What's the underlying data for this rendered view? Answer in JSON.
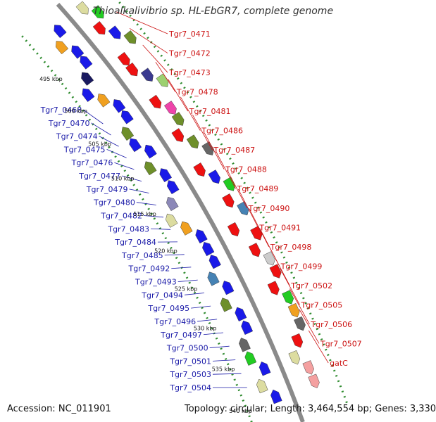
{
  "title": "Thioalkalivibrio sp. HL-EbGR7, complete genome",
  "footer": {
    "accession": "Accession: NC_011901",
    "stats": "Topology: circular; Length: 3,464,554 bp; Genes: 3,330"
  },
  "colors": {
    "backbone": "#8a8a8a",
    "grid": "#2e8b2e",
    "label_left": "#1a1aa8",
    "label_right": "#cc1111",
    "kbp_text": "#111111"
  },
  "scale_labels": [
    "495 kbp",
    "500 kbp",
    "505 kbp",
    "510 kbp",
    "515 kbp",
    "520 kbp",
    "525 kbp",
    "530 kbp",
    "535 kbp",
    "540 kbp"
  ],
  "left_labels": [
    "Tgr7_0468",
    "Tgr7_0470",
    "Tgr7_0474",
    "Tgr7_0475",
    "Tgr7_0476",
    "Tgr7_0477",
    "Tgr7_0479",
    "Tgr7_0480",
    "Tgr7_0482",
    "Tgr7_0483",
    "Tgr7_0484",
    "Tgr7_0485",
    "Tgr7_0492",
    "Tgr7_0493",
    "Tgr7_0494",
    "Tgr7_0495",
    "Tgr7_0496",
    "Tgr7_0497",
    "Tgr7_0500",
    "Tgr7_0501",
    "Tgr7_0503",
    "Tgr7_0504"
  ],
  "right_labels": [
    "Tgr7_0471",
    "Tgr7_0472",
    "Tgr7_0473",
    "Tgr7_0478",
    "Tgr7_0481",
    "Tgr7_0486",
    "Tgr7_0487",
    "Tgr7_0488",
    "Tgr7_0489",
    "Tgr7_0490",
    "Tgr7_0491",
    "Tgr7_0498",
    "Tgr7_0499",
    "Tgr7_0502",
    "Tgr7_0505",
    "Tgr7_0506",
    "Tgr7_0507",
    "gatC"
  ],
  "features": [
    {
      "strand": "outer",
      "track": 1,
      "color": "#dcdca0"
    },
    {
      "strand": "outer",
      "track": 2,
      "color": "#22cc22"
    },
    {
      "strand": "outer",
      "track": 1,
      "color": "#ee1111"
    },
    {
      "strand": "outer",
      "track": 2,
      "color": "#1a1ae8"
    },
    {
      "strand": "outer",
      "track": 3,
      "color": "#6e8f2a"
    },
    {
      "strand": "outer",
      "track": 1,
      "color": "#ee1111"
    },
    {
      "strand": "outer",
      "track": 1,
      "color": "#ee1111"
    },
    {
      "strand": "outer",
      "track": 2,
      "color": "#3a3a90"
    },
    {
      "strand": "outer",
      "track": 3,
      "color": "#9cd070"
    },
    {
      "strand": "outer",
      "track": 1,
      "color": "#ee1111"
    },
    {
      "strand": "outer",
      "track": 2,
      "color": "#ee44aa"
    },
    {
      "strand": "outer",
      "track": 2,
      "color": "#6e8f2a"
    },
    {
      "strand": "outer",
      "track": 1,
      "color": "#ee1111"
    },
    {
      "strand": "outer",
      "track": 2,
      "color": "#6e8f2a"
    },
    {
      "strand": "outer",
      "track": 3,
      "color": "#666666"
    },
    {
      "strand": "outer",
      "track": 1,
      "color": "#ee1111"
    },
    {
      "strand": "outer",
      "track": 2,
      "color": "#1a1ae8"
    },
    {
      "strand": "outer",
      "track": 3,
      "color": "#22cc22"
    },
    {
      "strand": "outer",
      "track": 2,
      "color": "#ee1111"
    },
    {
      "strand": "outer",
      "track": 3,
      "color": "#4682b4"
    },
    {
      "strand": "outer",
      "track": 1,
      "color": "#ee1111"
    },
    {
      "strand": "outer",
      "track": 3,
      "color": "#ee1111"
    },
    {
      "strand": "outer",
      "track": 2,
      "color": "#ee1111"
    },
    {
      "strand": "outer",
      "track": 3,
      "color": "#cccccc"
    },
    {
      "strand": "outer",
      "track": 3,
      "color": "#ee1111"
    },
    {
      "strand": "outer",
      "track": 2,
      "color": "#ee1111"
    },
    {
      "strand": "outer",
      "track": 3,
      "color": "#22cc22"
    },
    {
      "strand": "outer",
      "track": 3,
      "color": "#f0a020"
    },
    {
      "strand": "outer",
      "track": 3,
      "color": "#666666"
    },
    {
      "strand": "outer",
      "track": 2,
      "color": "#ee1111"
    },
    {
      "strand": "outer",
      "track": 1,
      "color": "#dcdca0"
    },
    {
      "strand": "outer",
      "track": 2,
      "color": "#f4a0a0"
    },
    {
      "strand": "outer",
      "track": 2,
      "color": "#f4a0a0"
    },
    {
      "strand": "inner",
      "track": 1,
      "color": "#1a1ae8"
    },
    {
      "strand": "inner",
      "track": 2,
      "color": "#f0a020"
    },
    {
      "strand": "inner",
      "track": 1,
      "color": "#1a1ae8"
    },
    {
      "strand": "inner",
      "track": 1,
      "color": "#1a1ae8"
    },
    {
      "strand": "inner",
      "track": 2,
      "color": "#1a1a60"
    },
    {
      "strand": "inner",
      "track": 3,
      "color": "#1a1ae8"
    },
    {
      "strand": "inner",
      "track": 2,
      "color": "#f0a020"
    },
    {
      "strand": "inner",
      "track": 1,
      "color": "#1a1ae8"
    },
    {
      "strand": "inner",
      "track": 1,
      "color": "#1a1ae8"
    },
    {
      "strand": "inner",
      "track": 2,
      "color": "#6e8f2a"
    },
    {
      "strand": "inner",
      "track": 2,
      "color": "#1a1ae8"
    },
    {
      "strand": "inner",
      "track": 1,
      "color": "#1a1ae8"
    },
    {
      "strand": "inner",
      "track": 2,
      "color": "#6e8f2a"
    },
    {
      "strand": "inner",
      "track": 1,
      "color": "#1a1ae8"
    },
    {
      "strand": "inner",
      "track": 1,
      "color": "#1a1ae8"
    },
    {
      "strand": "inner",
      "track": 2,
      "color": "#8c88b8"
    },
    {
      "strand": "inner",
      "track": 3,
      "color": "#dcdca0"
    },
    {
      "strand": "inner",
      "track": 2,
      "color": "#f0a020"
    },
    {
      "strand": "inner",
      "track": 1,
      "color": "#1a1ae8"
    },
    {
      "strand": "inner",
      "track": 1,
      "color": "#1a1ae8"
    },
    {
      "strand": "inner",
      "track": 1,
      "color": "#1a1ae8"
    },
    {
      "strand": "inner",
      "track": 2,
      "color": "#4682b4"
    },
    {
      "strand": "inner",
      "track": 1,
      "color": "#1a1ae8"
    },
    {
      "strand": "inner",
      "track": 2,
      "color": "#6e8f2a"
    },
    {
      "strand": "inner",
      "track": 1,
      "color": "#1a1ae8"
    },
    {
      "strand": "inner",
      "track": 1,
      "color": "#1a1ae8"
    },
    {
      "strand": "inner",
      "track": 2,
      "color": "#666666"
    },
    {
      "strand": "inner",
      "track": 2,
      "color": "#22cc22"
    },
    {
      "strand": "inner",
      "track": 1,
      "color": "#1a1ae8"
    },
    {
      "strand": "inner",
      "track": 2,
      "color": "#dcdca0"
    },
    {
      "strand": "inner",
      "track": 1,
      "color": "#1a1ae8"
    }
  ]
}
